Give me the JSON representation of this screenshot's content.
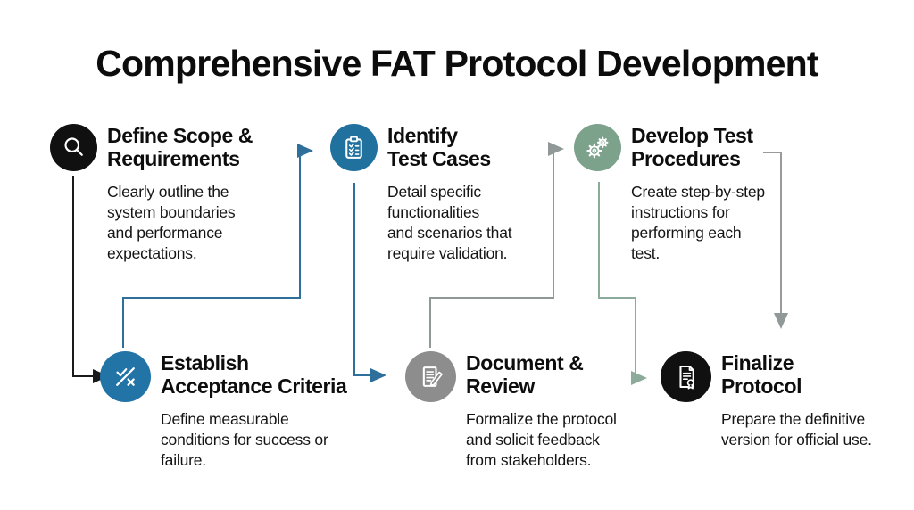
{
  "title": "Comprehensive FAT Protocol Development",
  "colors": {
    "background": "#ffffff",
    "text": "#0d0d0d",
    "circle_black": "#101010",
    "circle_teal_blue": "#21719f",
    "circle_blue": "#2273a6",
    "circle_sage_green": "#7da28c",
    "circle_gray": "#8d8d8d",
    "connector_black": "#1a1a1a",
    "connector_blue": "#2e6f9b",
    "connector_gray": "#909898",
    "connector_green": "#8cab9a"
  },
  "steps": [
    {
      "id": "define-scope-requirements",
      "title": "Define Scope &\nRequirements",
      "description": "Clearly outline the\nsystem boundaries\nand performance\nexpectations.",
      "icon": "magnifier-icon",
      "circle_color": "#101010"
    },
    {
      "id": "identify-test-cases",
      "title": "Identify\nTest Cases",
      "description": "Detail specific\nfunctionalities\nand scenarios that\nrequire validation.",
      "icon": "clipboard-checklist-icon",
      "circle_color": "#21719f"
    },
    {
      "id": "develop-test-procedures",
      "title": "Develop Test\nProcedures",
      "description": "Create step-by-step\ninstructions for\nperforming each\ntest.",
      "icon": "gears-icon",
      "circle_color": "#7da28c"
    },
    {
      "id": "establish-acceptance-criteria",
      "title": "Establish\nAcceptance Criteria",
      "description": "Define measurable\nconditions for success or\nfailure.",
      "icon": "check-x-icon",
      "circle_color": "#2273a6"
    },
    {
      "id": "document-review",
      "title": "Document &\nReview",
      "description": "Formalize the protocol\nand solicit feedback\nfrom stakeholders.",
      "icon": "document-pencil-icon",
      "circle_color": "#8d8d8d"
    },
    {
      "id": "finalize-protocol",
      "title": "Finalize\nProtocol",
      "description": "Prepare the definitive\nversion for official use.",
      "icon": "certificate-icon",
      "circle_color": "#101010"
    }
  ],
  "connectors": [
    {
      "from": "define-scope-requirements",
      "to": "establish-acceptance-criteria",
      "color": "#1a1a1a"
    },
    {
      "from": "establish-acceptance-criteria",
      "to": "identify-test-cases",
      "color": "#2e6f9b"
    },
    {
      "from": "identify-test-cases",
      "to": "document-review",
      "color": "#2e6f9b"
    },
    {
      "from": "document-review",
      "to": "develop-test-procedures",
      "color": "#909898"
    },
    {
      "from": "develop-test-procedures",
      "to": "finalize-protocol",
      "color": "#8cab9a"
    },
    {
      "from": "develop-test-procedures-title",
      "to": "finalize-protocol-title",
      "color": "#9a9a9a"
    }
  ]
}
